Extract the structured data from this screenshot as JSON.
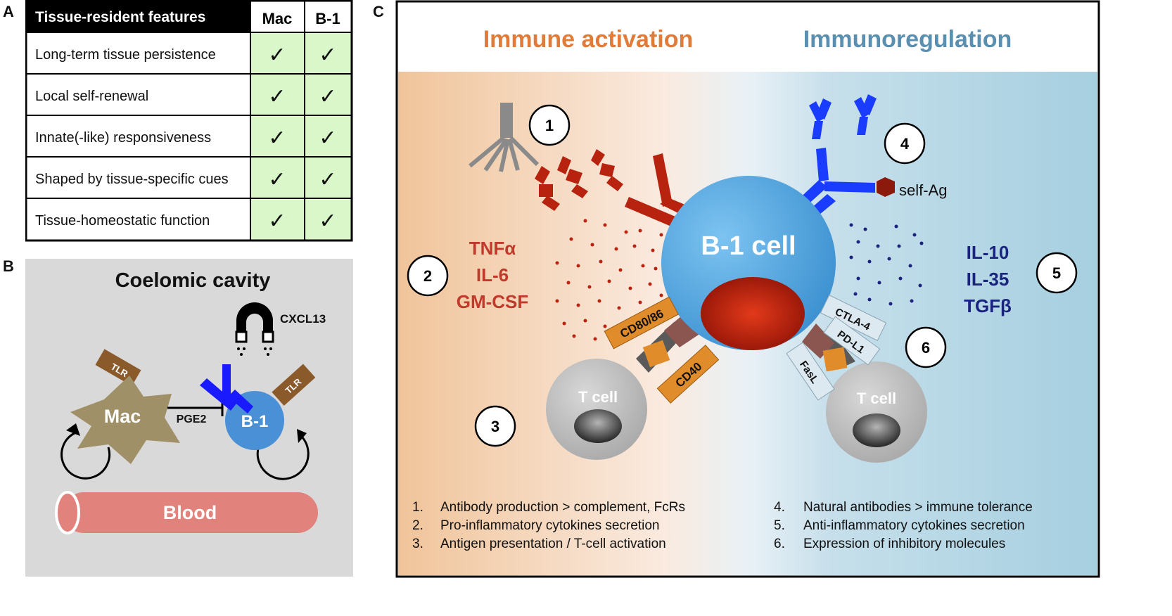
{
  "panels": {
    "a": {
      "letter": "A",
      "header": {
        "feature": "Tissue-resident features",
        "col1": "Mac",
        "col2": "B-1"
      },
      "rows": [
        {
          "feature": "Long-term tissue persistence",
          "mac": "✓",
          "b1": "✓"
        },
        {
          "feature": "Local self-renewal",
          "mac": "✓",
          "b1": "✓"
        },
        {
          "feature": "Innate(-like) responsiveness",
          "mac": "✓",
          "b1": "✓"
        },
        {
          "feature": "Shaped by tissue-specific cues",
          "mac": "✓",
          "b1": "✓"
        },
        {
          "feature": "Tissue-homeostatic function",
          "mac": "✓",
          "b1": "✓"
        }
      ],
      "colors": {
        "header_bg": "#000000",
        "check_bg": "#d9f7c9"
      }
    },
    "b": {
      "letter": "B",
      "title": "Coelomic cavity",
      "cxcl13": "CXCL13",
      "mac": "Mac",
      "b1": "B-1",
      "tlr": "TLR",
      "pge2": "PGE2",
      "blood": "Blood",
      "colors": {
        "bg": "#d9d9d9",
        "mac": "#a09067",
        "b1": "#4a90d6",
        "tlr": "#8b5a2b",
        "blood": "#e1827c",
        "bcr": "#1a1aff"
      }
    },
    "c": {
      "letter": "C",
      "left_title": "Immune activation",
      "right_title": "Immunoregulation",
      "b1_cell": "B-1 cell",
      "self_ag": "self-Ag",
      "t_cell": "T cell",
      "pro_cytokines": [
        "TNFα",
        "IL-6",
        "GM-CSF"
      ],
      "anti_cytokines": [
        "IL-10",
        "IL-35",
        "TGFβ"
      ],
      "markers": {
        "cd80": "CD80/86",
        "cd40": "CD40",
        "ctla4": "CTLA-4",
        "pdl1": "PD-L1",
        "fasl": "FasL"
      },
      "numbers": [
        "1",
        "2",
        "3",
        "4",
        "5",
        "6"
      ],
      "legend_left": [
        {
          "num": "1.",
          "text": "Antibody production > complement, FcRs"
        },
        {
          "num": "2.",
          "text": "Pro-inflammatory cytokines secretion"
        },
        {
          "num": "3.",
          "text": "Antigen presentation / T-cell activation"
        }
      ],
      "legend_right": [
        {
          "num": "4.",
          "text": "Natural antibodies > immune tolerance"
        },
        {
          "num": "5.",
          "text": "Anti-inflammatory cytokines secretion"
        },
        {
          "num": "6.",
          "text": "Expression of inhibitory molecules"
        }
      ],
      "colors": {
        "activation": "#e07b39",
        "regulation": "#5a8fb0",
        "pro": "#c0392b",
        "anti": "#1a237e",
        "cell": "#4a9fd8",
        "antibody_red": "#b8230f",
        "antibody_blue": "#1a3cff",
        "marker_orange": "#e08c2a",
        "marker_light": "#dde9f0"
      }
    }
  }
}
